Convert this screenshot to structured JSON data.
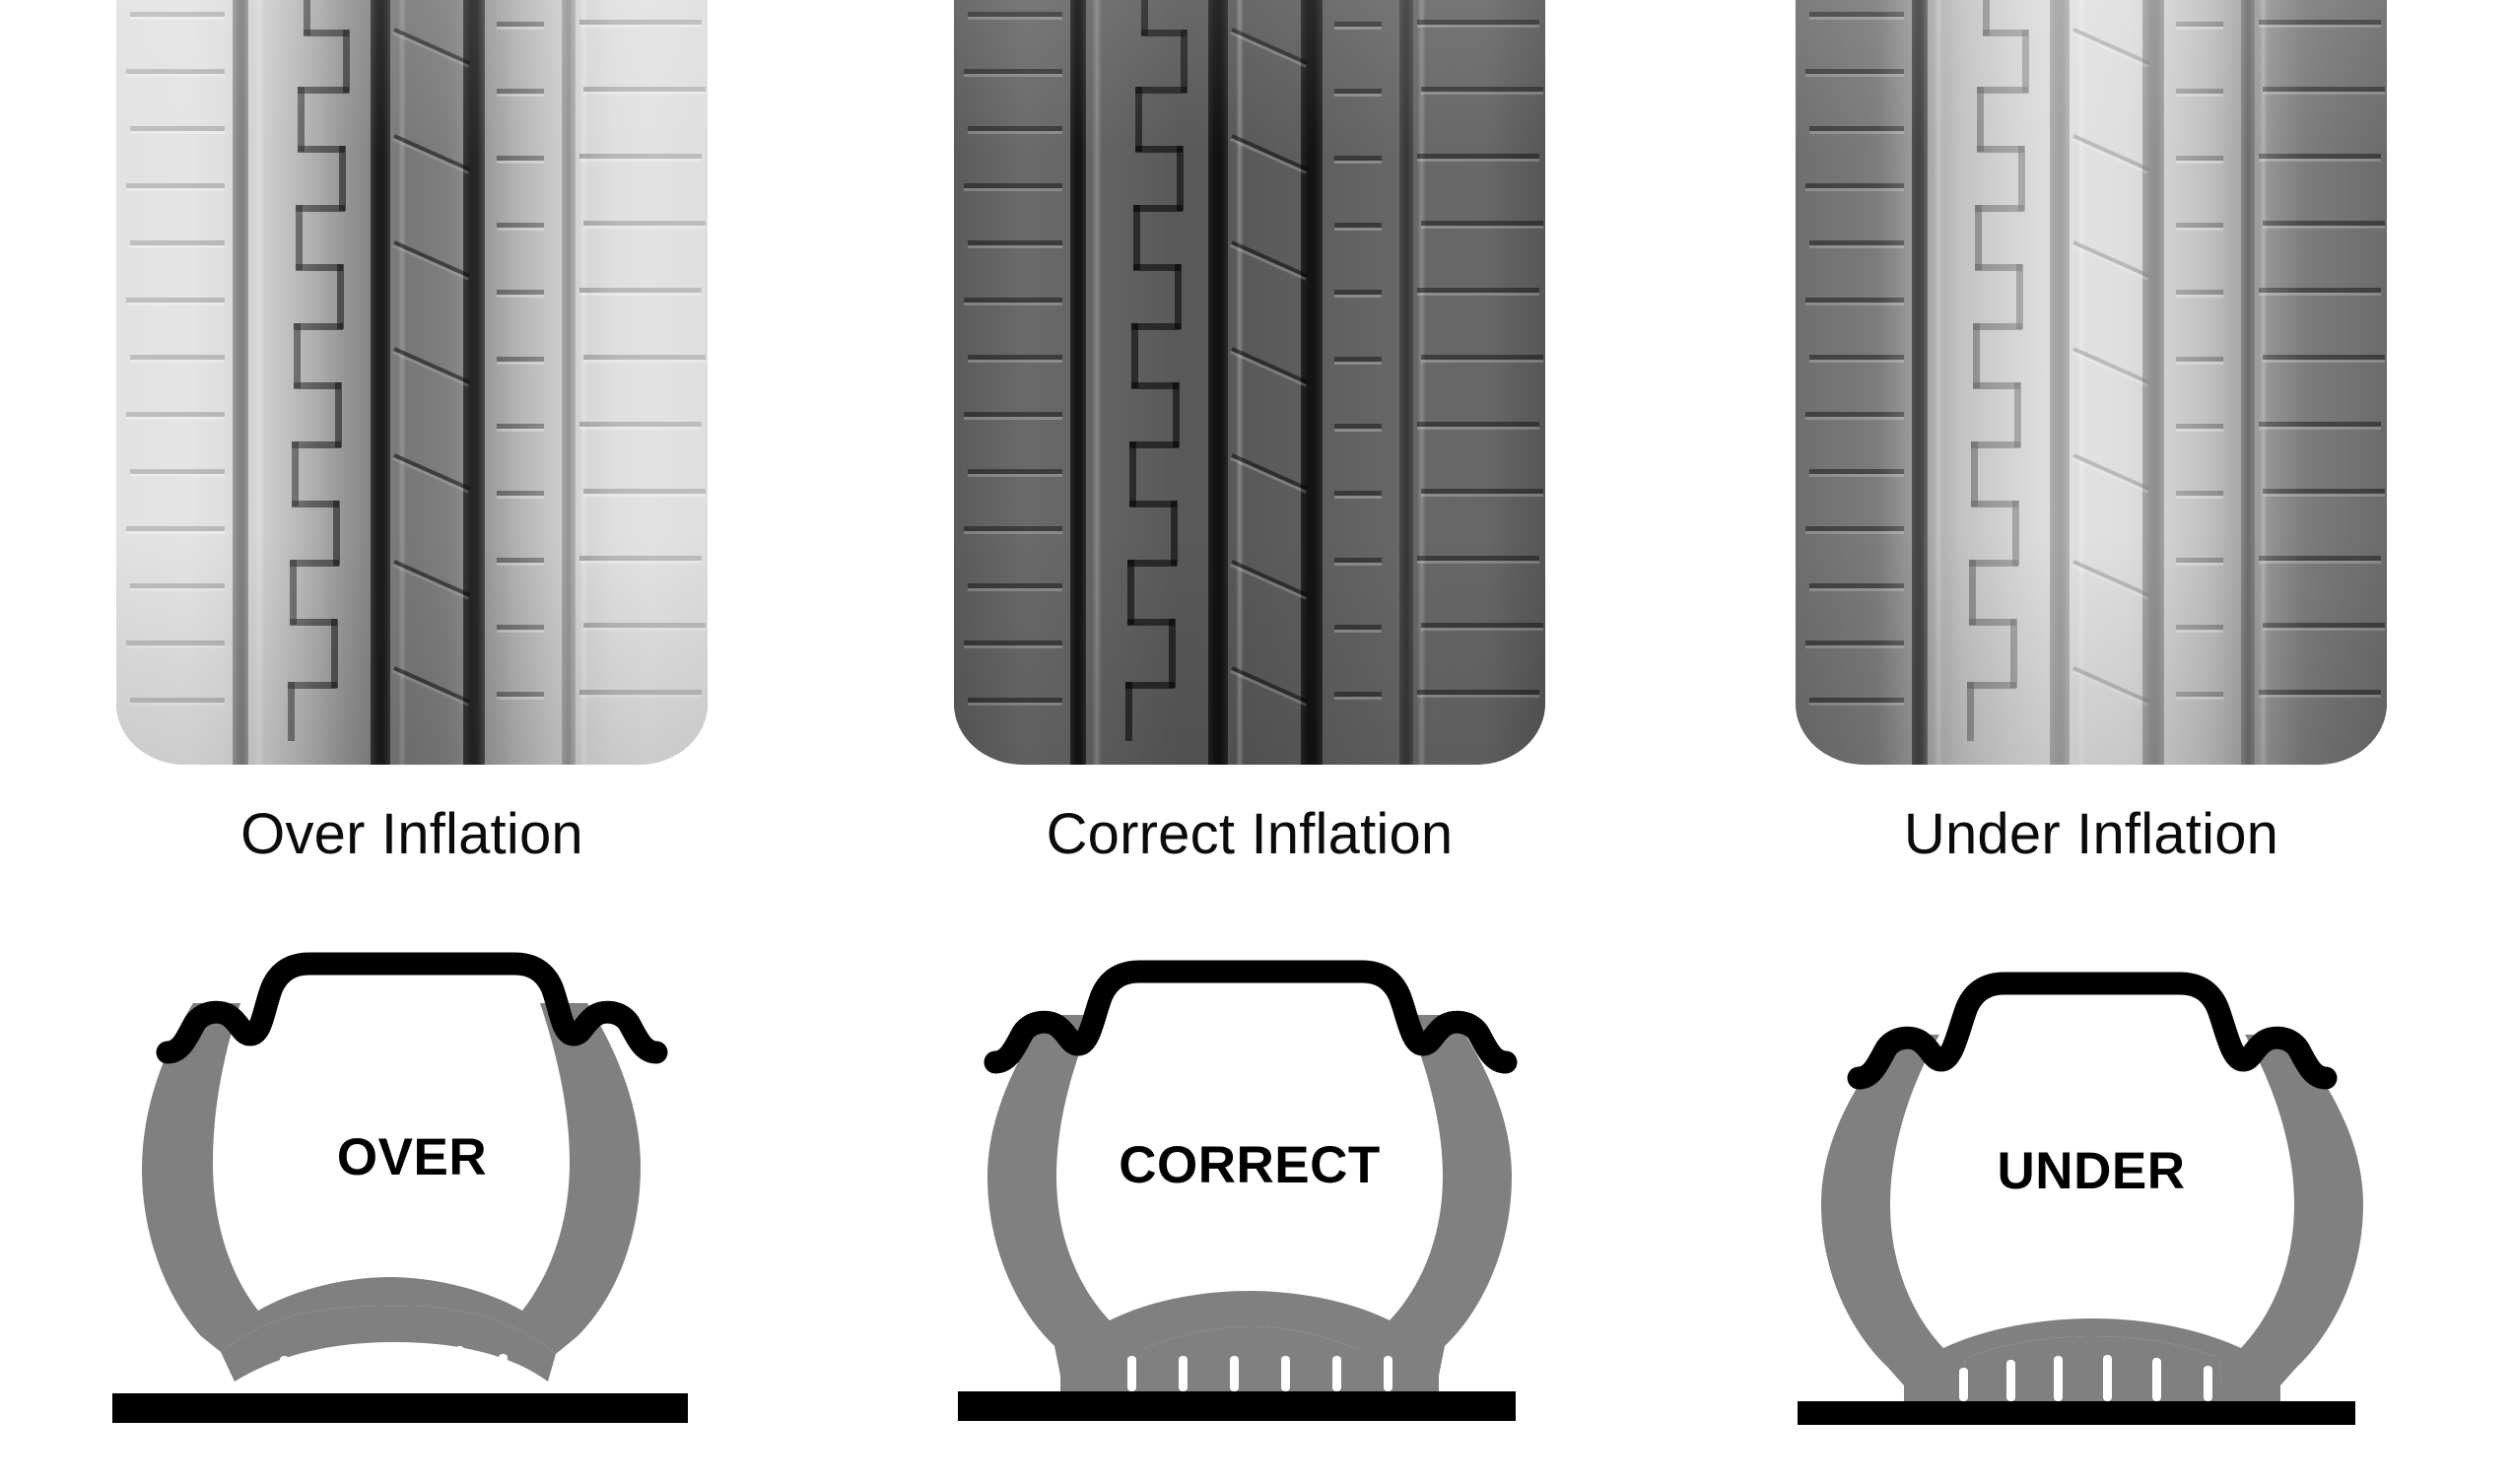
{
  "page": {
    "title": "Tire Inflation Tread Wear Comparison",
    "background_color": "#ffffff"
  },
  "colors": {
    "ground": "#000000",
    "rim": "#000000",
    "tire_body": "#808080",
    "text": "#000000",
    "tread_light": "#c9c9c9",
    "tread_mid": "#8d8d8d",
    "tread_dark": "#4a4a4a"
  },
  "columns": [
    {
      "id": "over-inflation",
      "caption": "Over Inflation",
      "section_label": "OVER",
      "wear_pattern": "center-wear",
      "contact_patch": "narrow-center-crown",
      "tread_tint": "light-shoulders-dark-center"
    },
    {
      "id": "correct-inflation",
      "caption": "Correct Inflation",
      "section_label": "CORRECT",
      "wear_pattern": "even-wear",
      "contact_patch": "full-flat",
      "tread_tint": "uniform-dark"
    },
    {
      "id": "under-inflation",
      "caption": "Under Inflation",
      "section_label": "UNDER",
      "wear_pattern": "shoulder-wear",
      "contact_patch": "two-shoulder-edges",
      "tread_tint": "dark-shoulders-light-center"
    }
  ]
}
